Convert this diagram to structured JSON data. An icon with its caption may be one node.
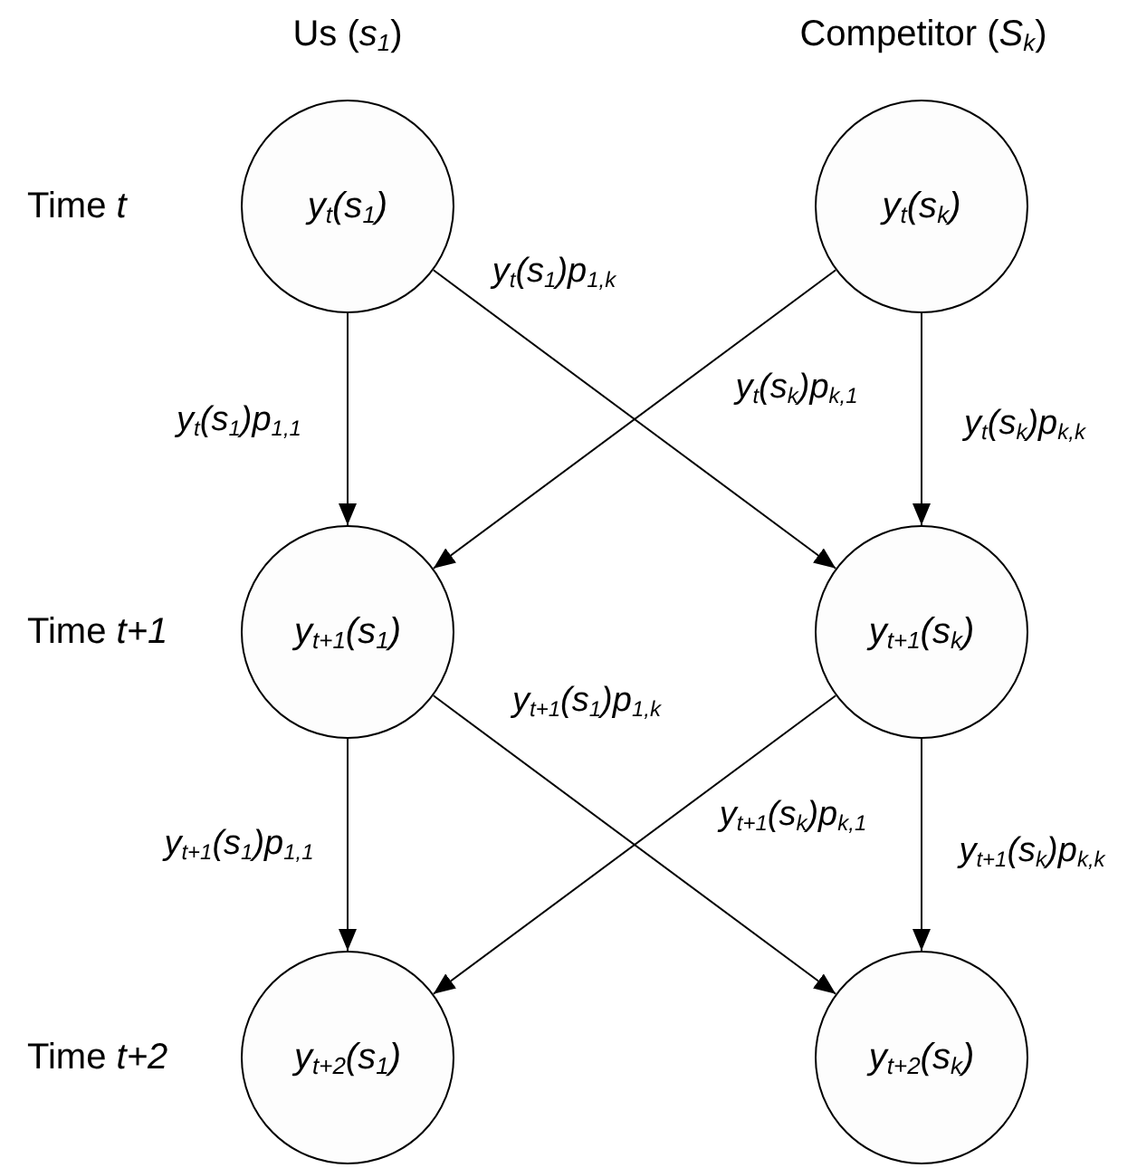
{
  "diagram": {
    "nodes": [
      {
        "text": [
          "y$_{t}$(s$_{1}$)"
        ]
      },
      {
        "text": [
          "y$_{t}$(s$_{k}$)"
        ]
      },
      {
        "text": [
          "y$_{t+1}$(s$_{1}$)"
        ]
      },
      {
        "text": [
          "y$_{t+1}$(s$_{k}$)"
        ]
      },
      {
        "text": [
          "y$_{t+2}$(s$_{1}$)"
        ]
      },
      {
        "text": [
          "y$_{t+2}$(s$_{k}$)"
        ]
      }
    ],
    "edges": [
      {
        "from": 0,
        "to": 2,
        "arrow": "to",
        "label": "y$_{t}$(s$_{1}$)p$_{1,1}$"
      },
      {
        "from": 0,
        "to": 3,
        "arrow": "to",
        "label": "y$_{t}$(s$_{1}$)p$_{1,k}$"
      },
      {
        "from": 1,
        "to": 2,
        "arrow": "to",
        "label": "y$_{t}$(s$_{k}$)p$_{k,1}$"
      },
      {
        "from": 1,
        "to": 3,
        "arrow": "to",
        "label": "y$_{t}$(s$_{k}$)p$_{k,k}$"
      },
      {
        "from": 2,
        "to": 4,
        "arrow": "to",
        "label": "y$_{t+1}$(s$_{1}$)p$_{1,1}$"
      },
      {
        "from": 2,
        "to": 5,
        "arrow": "to",
        "label": "y$_{t+1}$(s$_{1}$)p$_{1,k}$"
      },
      {
        "from": 3,
        "to": 4,
        "arrow": "to",
        "label": "y$_{t+1}$(s$_{k}$)p$_{k,1}$"
      },
      {
        "from": 3,
        "to": 5,
        "arrow": "to",
        "label": "y$_{t+1}$(s$_{k}$)p$_{k,k}$"
      }
    ],
    "labels": [
      "Us (*s*$_{1}$)",
      "Competitor (*S*$_{k}$)",
      "Time *t*",
      "Time *t+1*",
      "Time *t+2*"
    ]
  }
}
